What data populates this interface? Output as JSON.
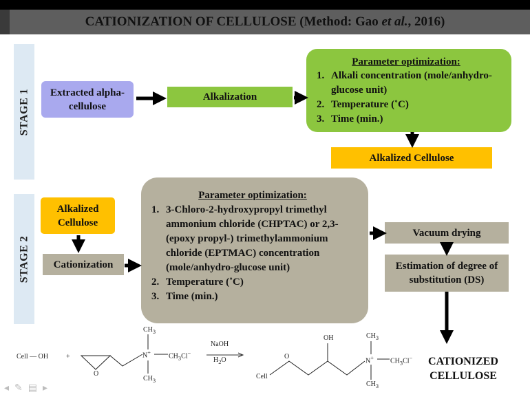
{
  "title": "CATIONIZATION OF CELLULOSE (Method:  Gao et al., 2016)",
  "title_parts": {
    "pre": "CATIONIZATION OF CELLULOSE (Method:  Gao ",
    "italic": "et al.",
    "post": ", 2016)"
  },
  "stage1": {
    "label": "STAGE 1",
    "extracted": "Extracted alpha-cellulose",
    "alkalization": "Alkalization",
    "param_title": "Parameter optimization:",
    "params": [
      "Alkali concentration (mole/anhydro-glucose unit)",
      "Temperature (˚C)",
      "Time (min.)"
    ],
    "result": "Alkalized Cellulose"
  },
  "stage2": {
    "label": "STAGE 2",
    "alkalized": "Alkalized Cellulose",
    "cationization": "Cationization",
    "param_title": "Parameter optimization:",
    "params": [
      "3-Chloro-2-hydroxypropyl trimethyl ammonium chloride (CHPTAC) or 2,3-(epoxy propyl-) trimethylammonium chloride (EPTMAC) concentration (mole/anhydro-glucose unit)",
      "Temperature (˚C)",
      "Time (min.)"
    ],
    "vacuum": "Vacuum drying",
    "estimation": "Estimation of degree of substitution (DS)"
  },
  "reaction": {
    "reactant1": "Cell — OH",
    "plus": "+",
    "ch3_top": "CH3",
    "ch3_bottom": "CH3",
    "nplus": "N+",
    "ch3cl": "CH3Cl−",
    "reagent_top": "NaOH",
    "reagent_bottom": "H2O",
    "oh": "OH",
    "cell": "Cell",
    "product_ch3_top": "CH3",
    "product_ch3_bottom": "CH3",
    "product_ch3cl": "CH3Cl−",
    "product_name": "CATIONIZED CELLULOSE"
  },
  "colors": {
    "title_bar": "#5e5e5e",
    "stage_band": "#dde9f3",
    "purple_box": "#a9a9ee",
    "green_box": "#8cc63f",
    "orange_box": "#ffc000",
    "gray_box": "#b5b09e"
  }
}
